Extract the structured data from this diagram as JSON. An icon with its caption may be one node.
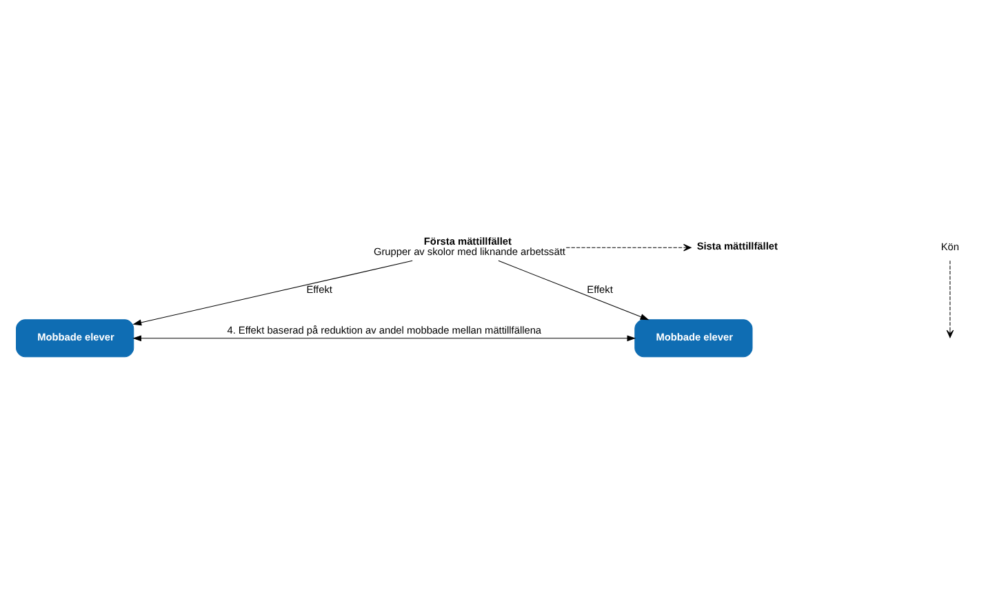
{
  "diagram": {
    "nodes": [
      {
        "text": [
          "Första mättillfället",
          "Grupper av skolor med liknande arbetssätt"
        ]
      },
      {
        "text": [
          "Sista mättillfället"
        ]
      },
      {
        "text": [
          "Mobbade elever"
        ]
      },
      {
        "text": [
          "Mobbade elever"
        ]
      },
      {
        "text": [
          "Kön"
        ]
      }
    ],
    "edges": [
      {
        "from": 0,
        "to": 1,
        "arrow": "to",
        "style": "dashed"
      },
      {
        "from": 0,
        "to": 2,
        "arrow": "to",
        "label": "Effekt"
      },
      {
        "from": 0,
        "to": 3,
        "arrow": "to",
        "label": "Effekt"
      },
      {
        "from": 2,
        "to": 3,
        "arrow": "both",
        "label": "4. Effekt baserad på reduktion av andel mobbade mellan mättillfällena"
      },
      {
        "from": 4,
        "to": null,
        "arrow": "to",
        "style": "dashed"
      }
    ]
  }
}
